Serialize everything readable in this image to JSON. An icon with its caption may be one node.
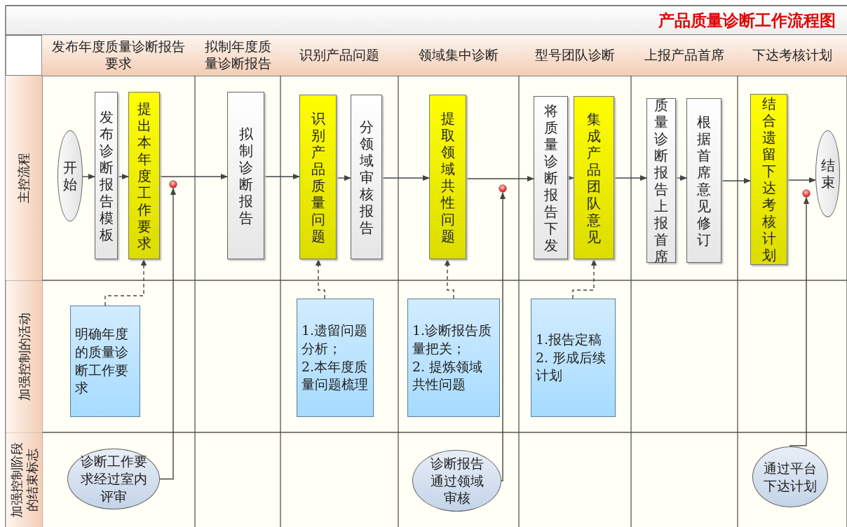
{
  "diagram": {
    "title": "产品质量诊断工作流程图",
    "nodes": [
      {
        "text": [
          "开始"
        ]
      },
      {
        "text": [
          "发布诊断报告模板"
        ]
      },
      {
        "text": [
          "提出本年度工作要求"
        ]
      },
      {
        "text": [
          "拟制诊断报告"
        ]
      },
      {
        "text": [
          "识别产品质量问题"
        ]
      },
      {
        "text": [
          "分领域审核报告"
        ]
      },
      {
        "text": [
          "提取领域共性问题"
        ]
      },
      {
        "text": [
          "将质量诊断报告下发"
        ]
      },
      {
        "text": [
          "集成产品团队意见"
        ]
      },
      {
        "text": [
          "质量诊断报告上报首席"
        ]
      },
      {
        "text": [
          "根据首席意见修订"
        ]
      },
      {
        "text": [
          "结合遗留下达考核计划"
        ]
      },
      {
        "text": [
          "结束"
        ]
      },
      {
        "text": [
          "明确年度的质量诊断工作要求"
        ]
      },
      {
        "text": [
          "1.遗留问题分析；",
          "2.本年度质量问题梳理"
        ]
      },
      {
        "text": [
          "1.诊断报告质量把关；",
          "2. 提炼领域共性问题"
        ]
      },
      {
        "text": [
          "1.报告定稿",
          "2. 形成后续计划"
        ]
      },
      {
        "text": [
          "诊断工作要求经过室内评审"
        ]
      },
      {
        "text": [
          "诊断报告通过领域审核"
        ]
      },
      {
        "text": [
          "通过平台下达计划"
        ]
      },
      {
        "text": [],
        "shape": "circle"
      },
      {
        "text": [],
        "shape": "circle"
      },
      {
        "text": [],
        "shape": "circle"
      }
    ],
    "edges": [
      {
        "from": 0,
        "to": 1,
        "arrow": "to"
      },
      {
        "from": 1,
        "to": 2,
        "arrow": "to"
      },
      {
        "from": 2,
        "to": 3,
        "arrow": "to"
      },
      {
        "from": 3,
        "to": 4,
        "arrow": "to"
      },
      {
        "from": 4,
        "to": 5,
        "arrow": "to"
      },
      {
        "from": 5,
        "to": 6,
        "arrow": "to"
      },
      {
        "from": 6,
        "to": 7,
        "arrow": "to"
      },
      {
        "from": 7,
        "to": 8,
        "arrow": "to"
      },
      {
        "from": 8,
        "to": 9,
        "arrow": "to"
      },
      {
        "from": 9,
        "to": 10,
        "arrow": "to"
      },
      {
        "from": 10,
        "to": 11,
        "arrow": "to"
      },
      {
        "from": 11,
        "to": 12,
        "arrow": "to"
      },
      {
        "from": 13,
        "to": 2,
        "arrow": "to",
        "style": "dashed"
      },
      {
        "from": 14,
        "to": 4,
        "arrow": "to",
        "style": "dashed"
      },
      {
        "from": 15,
        "to": 6,
        "arrow": "to",
        "style": "dashed"
      },
      {
        "from": 16,
        "to": 8,
        "arrow": "to",
        "style": "dashed"
      },
      {
        "from": 17,
        "to": 20,
        "arrow": "to"
      },
      {
        "from": 18,
        "to": 21,
        "arrow": "to"
      },
      {
        "from": 19,
        "to": 22,
        "arrow": "to"
      }
    ],
    "labels": [
      "发布年度质量诊断报告要求",
      "拟制年度质量诊断报告",
      "识别产品问题",
      "领域集中诊断",
      "型号团队诊断",
      "上报产品首席",
      "下达考核计划",
      "主控流程",
      "加强控制的活动",
      "加强控制阶段的结束标志"
    ]
  }
}
